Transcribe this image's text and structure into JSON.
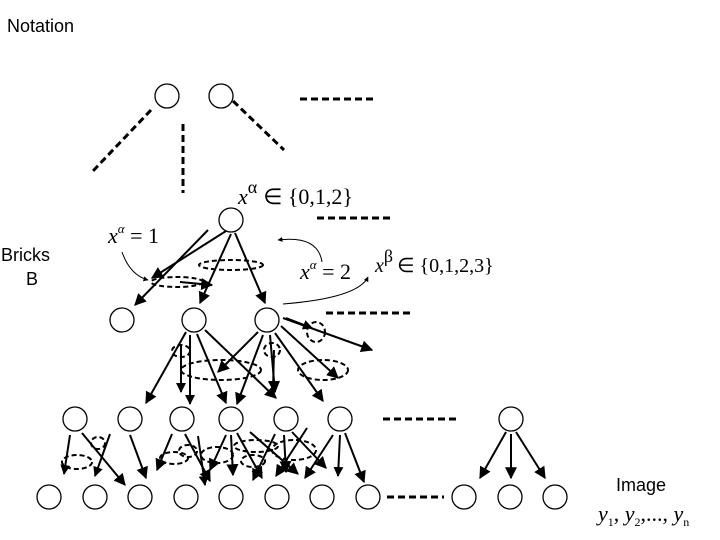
{
  "labels": {
    "notation": "Notation",
    "bricks_line1": "Bricks",
    "bricks_line2": "B",
    "image": "Image"
  },
  "math": {
    "top_var": "x",
    "top_sup": "α",
    "top_set": "∈ {0,1,2}",
    "xa1_var": "x",
    "xa1_sup": "α",
    "xa1_rest": " = 1",
    "xa2_var": "x",
    "xa2_sup": "α",
    "xa2_rest": " = 2",
    "beta_var": "x",
    "beta_sup": "β",
    "beta_set": "∈ {0,1,2,3}",
    "obs_y1": "y",
    "obs_s1": "1",
    "obs_c1": ", ",
    "obs_y2": "y",
    "obs_s2": "2",
    "obs_c2": ",..., ",
    "obs_yn": "y",
    "obs_sn": "n"
  }
}
